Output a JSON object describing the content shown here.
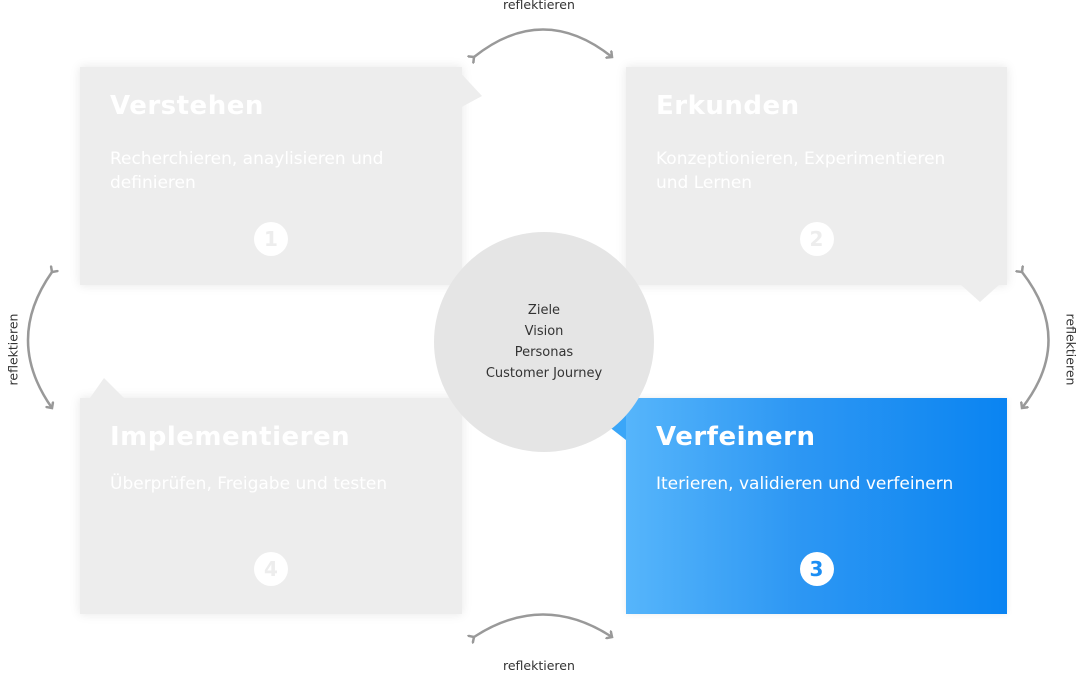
{
  "steps": [
    {
      "title": "Verstehen",
      "desc": "Recherchieren, anaylisieren und definieren",
      "num": "1"
    },
    {
      "title": "Erkunden",
      "desc": "Konzeptionieren, Experimentieren und Lernen",
      "num": "2"
    },
    {
      "title": "Verfeinern",
      "desc": "Iterieren, validieren und verfeinern",
      "num": "3"
    },
    {
      "title": "Implementieren",
      "desc": "Überprüfen, Freigabe und testen",
      "num": "4"
    }
  ],
  "center": {
    "lines": [
      "Ziele",
      "Vision",
      "Personas",
      "Customer Journey"
    ]
  },
  "cycle_labels": {
    "top": "reflektieren",
    "bottom": "reflektieren",
    "left": "reflektieren",
    "right": "reflektieren"
  },
  "colors": {
    "inactive_box": "#ededed",
    "active_box_start": "#56b5fb",
    "active_box_end": "#0a84f2",
    "center_circle": "#e5e5e5",
    "arrow": "#999999"
  }
}
